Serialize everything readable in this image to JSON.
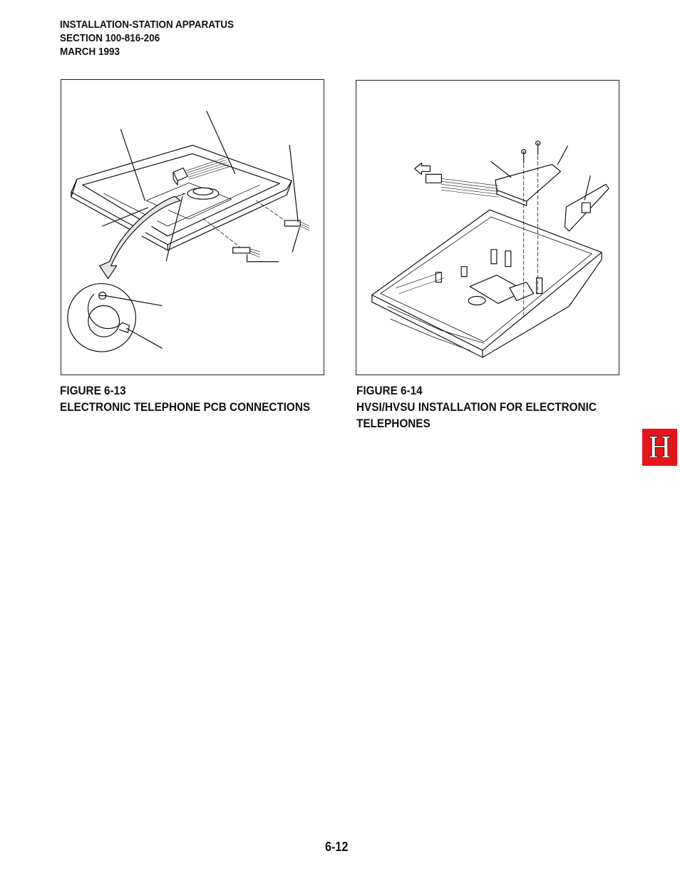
{
  "header": {
    "line1": "INSTALLATION-STATION APPARATUS",
    "line2": "SECTION 100-816-206",
    "line3": "MARCH 1993"
  },
  "figures": [
    {
      "number": "FIGURE 6-13",
      "title_lines": [
        "ELECTRONIC TELEPHONE PCB CONNECTIONS"
      ]
    },
    {
      "number": "FIGURE 6-14",
      "title_lines": [
        "HVSI/HVSU INSTALLATION FOR ELECTRONIC",
        "TELEPHONES"
      ]
    }
  ],
  "tab_marker": {
    "letter": "H",
    "color": "#e8141b"
  },
  "page_number": "6-12"
}
